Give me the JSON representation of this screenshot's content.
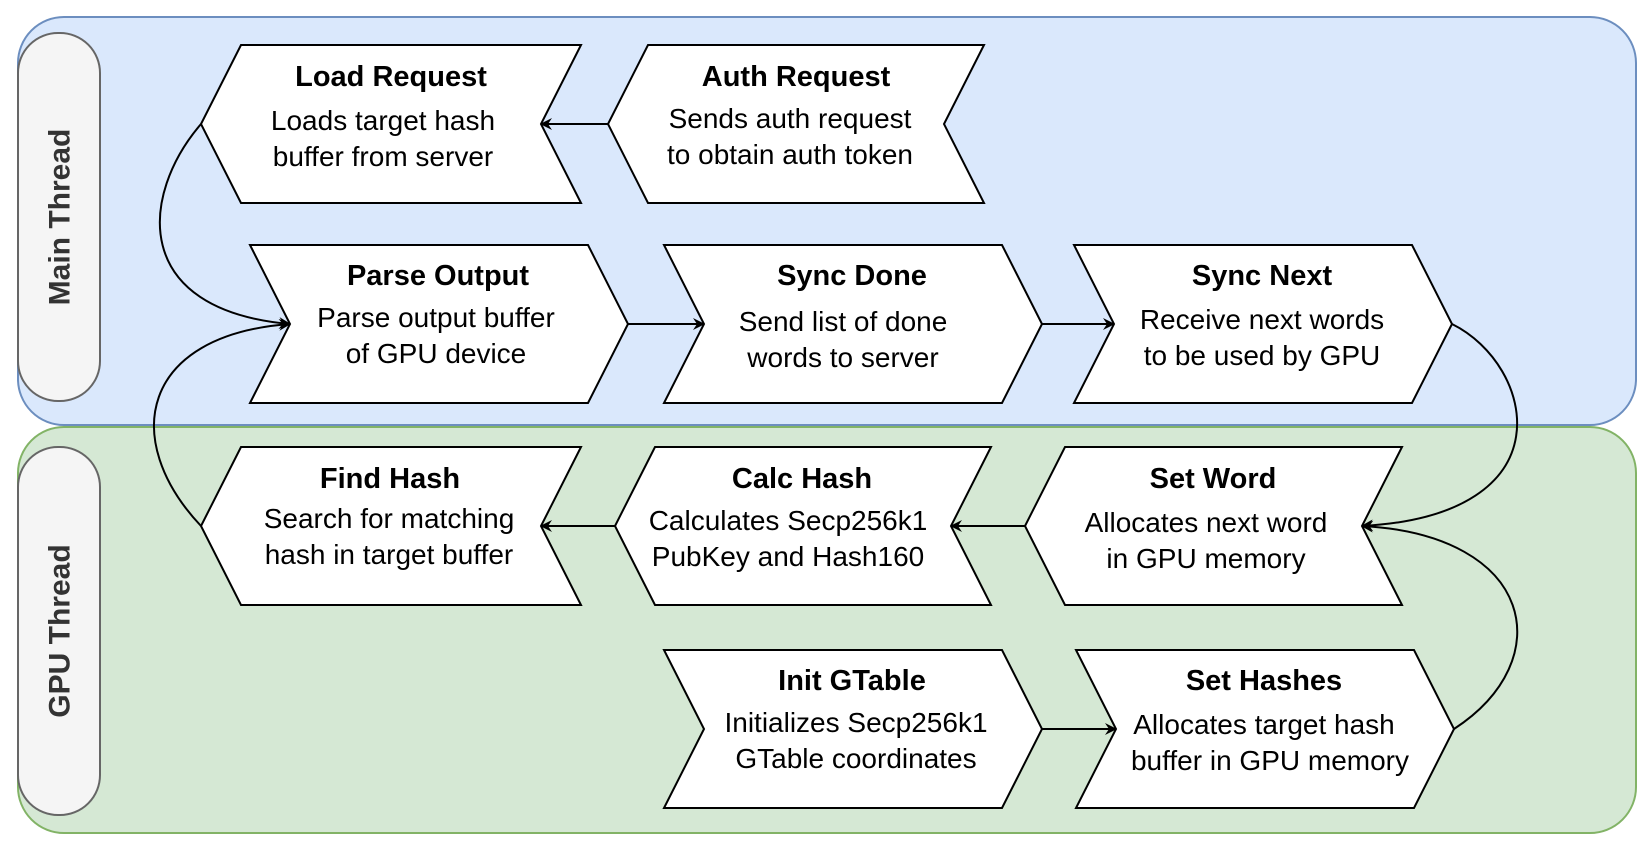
{
  "colors": {
    "main_lane_fill": "#dae8fc",
    "main_lane_stroke": "#6c8ebf",
    "gpu_lane_fill": "#d5e8d4",
    "gpu_lane_stroke": "#82b366",
    "lane_label_fill": "#f5f5f5",
    "lane_label_stroke": "#666666"
  },
  "lanes": {
    "main": {
      "label": "Main Thread"
    },
    "gpu": {
      "label": "GPU Thread"
    }
  },
  "steps": {
    "load_request": {
      "title": "Load Request",
      "desc": [
        "Loads target hash",
        "buffer from server"
      ]
    },
    "auth_request": {
      "title": "Auth Request",
      "desc": [
        "Sends auth request",
        "to obtain auth token"
      ]
    },
    "parse_output": {
      "title": "Parse Output",
      "desc": [
        "Parse output buffer",
        "of GPU device"
      ]
    },
    "sync_done": {
      "title": "Sync Done",
      "desc": [
        "Send list of done",
        "words to server"
      ]
    },
    "sync_next": {
      "title": "Sync Next",
      "desc": [
        "Receive next words",
        "to be used by GPU"
      ]
    },
    "find_hash": {
      "title": "Find Hash",
      "desc": [
        "Search for matching",
        "hash in target buffer"
      ]
    },
    "calc_hash": {
      "title": "Calc Hash",
      "desc": [
        "Calculates Secp256k1",
        "PubKey and Hash160"
      ]
    },
    "set_word": {
      "title": "Set Word",
      "desc": [
        "Allocates next word",
        "in GPU memory"
      ]
    },
    "init_gtable": {
      "title": "Init GTable",
      "desc": [
        "Initializes Secp256k1",
        "GTable coordinates"
      ]
    },
    "set_hashes": {
      "title": "Set Hashes",
      "desc": [
        "Allocates target hash",
        "buffer in GPU memory"
      ]
    }
  },
  "edges": [
    {
      "from": "auth_request",
      "to": "load_request"
    },
    {
      "from": "load_request",
      "to": "parse_output"
    },
    {
      "from": "parse_output",
      "to": "sync_done"
    },
    {
      "from": "sync_done",
      "to": "sync_next"
    },
    {
      "from": "sync_next",
      "to": "set_word"
    },
    {
      "from": "set_word",
      "to": "calc_hash"
    },
    {
      "from": "calc_hash",
      "to": "find_hash"
    },
    {
      "from": "find_hash",
      "to": "parse_output"
    },
    {
      "from": "init_gtable",
      "to": "set_hashes"
    },
    {
      "from": "set_hashes",
      "to": "set_word"
    }
  ]
}
